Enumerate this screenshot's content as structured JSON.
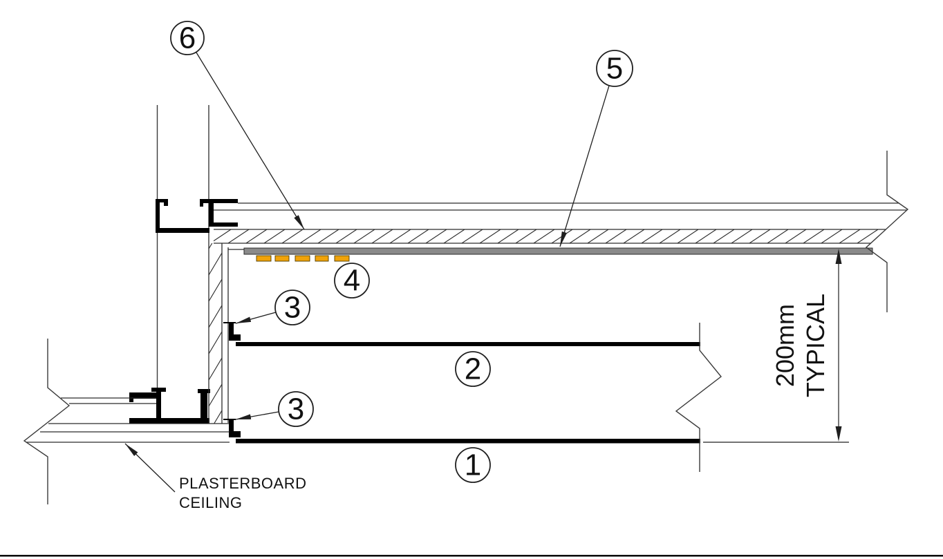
{
  "drawing": {
    "callouts": {
      "c1": "1",
      "c2": "2",
      "c3_top": "3",
      "c3_bottom": "3",
      "c4": "4",
      "c5": "5",
      "c6": "6"
    },
    "note": {
      "line1": "PLASTERBOARD",
      "line2": "CEILING"
    },
    "dimension": {
      "value": "200mm",
      "qualifier": "TYPICAL"
    },
    "colors": {
      "membrane_gray": "#8a8a8a",
      "insulation_orange": "#f0a30a",
      "line": "#1f1f1f"
    }
  }
}
